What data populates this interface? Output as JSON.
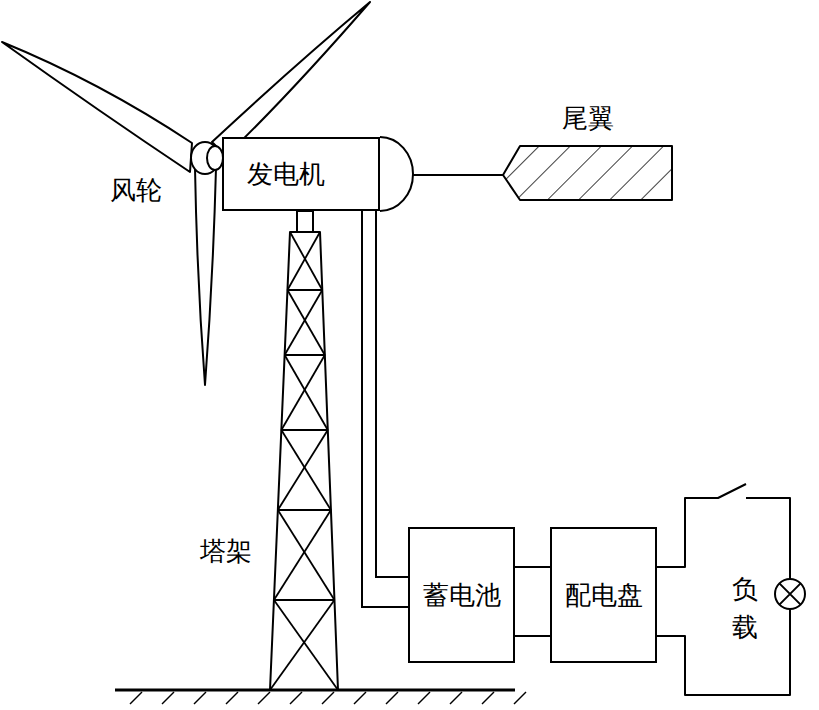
{
  "diagram": {
    "nodes": [
      {
        "text": [
          "发电机"
        ]
      },
      {
        "text": [
          "蓄电池"
        ]
      },
      {
        "text": [
          "配电盘"
        ]
      }
    ],
    "edges": [
      {
        "from": 0,
        "to": 1,
        "arrow": "none"
      },
      {
        "from": 0,
        "to": 1,
        "arrow": "none"
      },
      {
        "from": 1,
        "to": 2,
        "arrow": "none"
      },
      {
        "from": 1,
        "to": 2,
        "arrow": "none"
      }
    ],
    "labels": [
      "风轮",
      "尾翼",
      "塔架",
      "负载"
    ]
  }
}
